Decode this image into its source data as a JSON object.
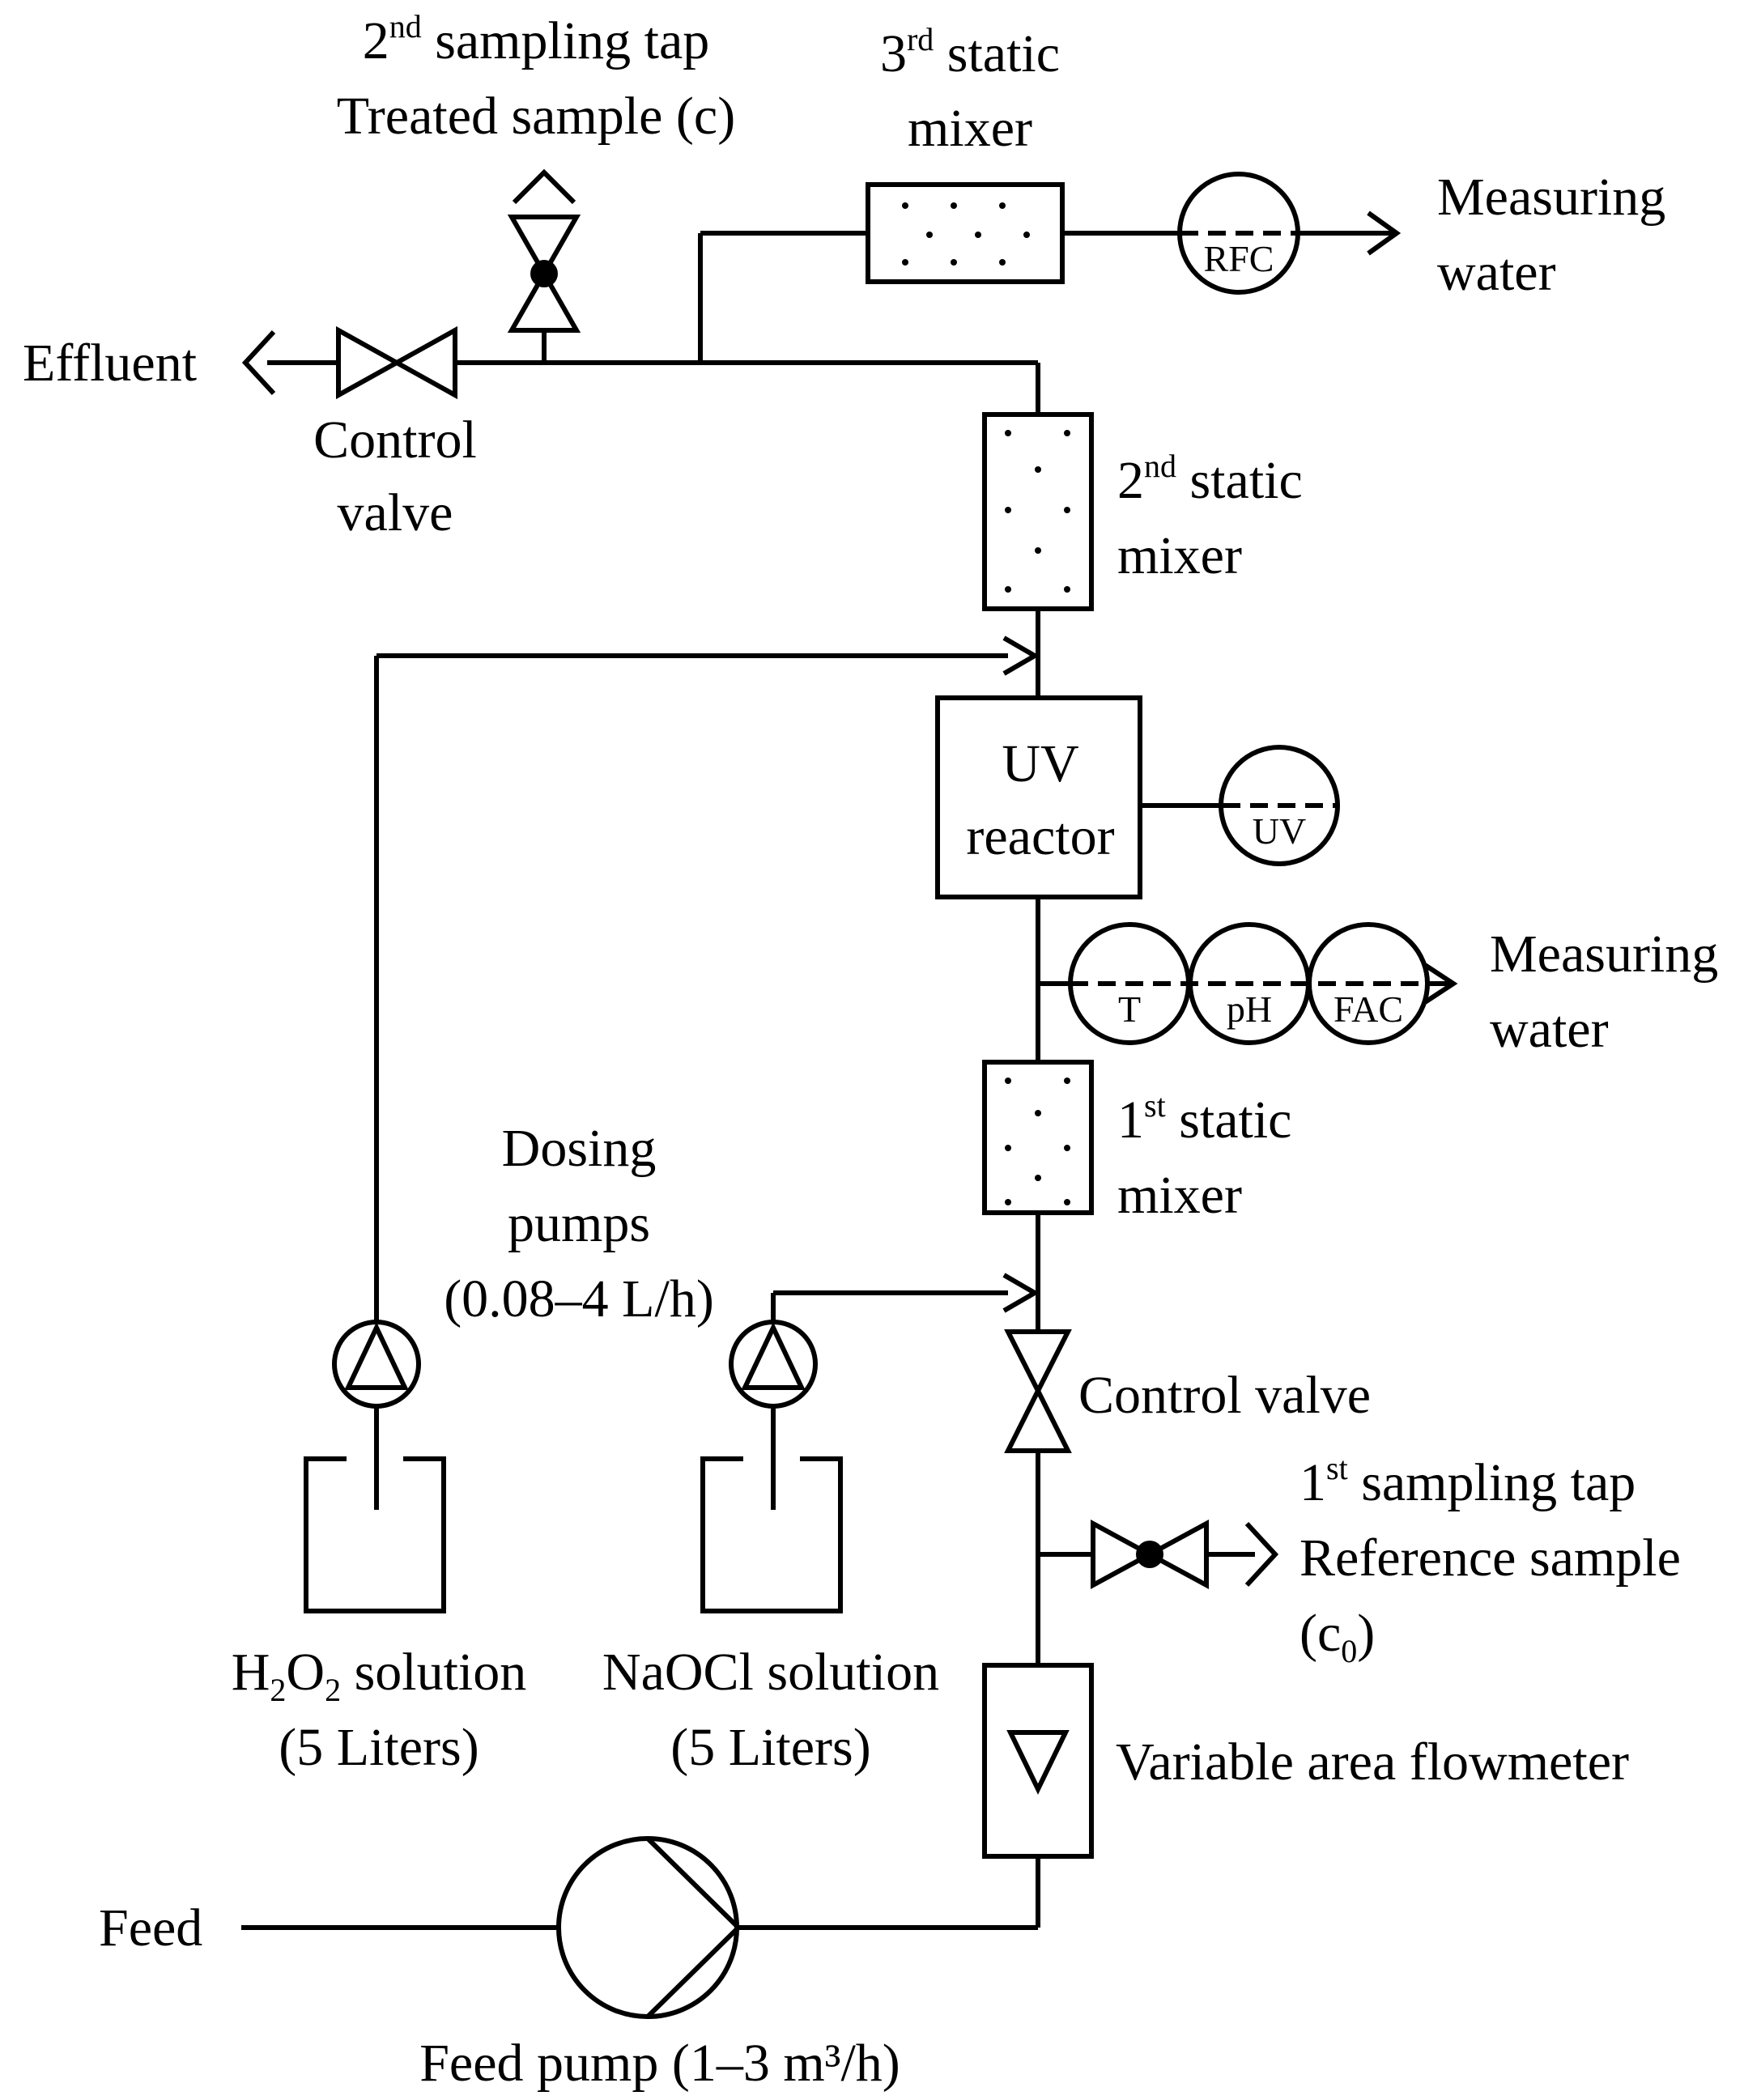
{
  "labels": {
    "sampling_tap_2": "2nd sampling tap",
    "sampling_tap_2_line1_prefix": "2",
    "sampling_tap_2_line1_sup": "nd",
    "sampling_tap_2_line1_rest": " sampling tap",
    "sampling_tap_2_line2": "Treated sample (c)",
    "static_mixer_3_num": "3",
    "static_mixer_3_sup": "rd",
    "static_mixer_3_rest": " static",
    "static_mixer_3_line2": "mixer",
    "measuring_water_top_1": "Measuring",
    "measuring_water_top_2": "water",
    "effluent": "Effluent",
    "control_valve_top_1": "Control",
    "control_valve_top_2": "valve",
    "static_mixer_2_num": "2",
    "static_mixer_2_sup": "nd",
    "static_mixer_2_rest": " static",
    "static_mixer_2_line2": "mixer",
    "uv_reactor_1": "UV",
    "uv_reactor_2": "reactor",
    "uv_sensor": "UV",
    "sensor_t": "T",
    "sensor_ph": "pH",
    "sensor_fac": "FAC",
    "measuring_water_mid_1": "Measuring",
    "measuring_water_mid_2": "water",
    "static_mixer_1_num": "1",
    "static_mixer_1_sup": "st",
    "static_mixer_1_rest": " static",
    "static_mixer_1_line2": "mixer",
    "dosing_pumps_1": "Dosing",
    "dosing_pumps_2": "pumps",
    "dosing_pumps_3": "(0.08–4 L/h)",
    "control_valve_mid": "Control valve",
    "sampling_tap_1_num": "1",
    "sampling_tap_1_sup": "st",
    "sampling_tap_1_rest": " sampling tap",
    "sampling_tap_1_line2": "Reference sample",
    "sampling_tap_1_line3_pre": "(c",
    "sampling_tap_1_line3_sub": "0",
    "sampling_tap_1_line3_post": ")",
    "h2o2_solution_pre": "H",
    "h2o2_solution_sub1": "2",
    "h2o2_solution_mid": "O",
    "h2o2_solution_sub2": "2",
    "h2o2_solution_post": " solution",
    "h2o2_volume": "(5 Liters)",
    "naocl_solution": "NaOCl solution",
    "naocl_volume": "(5 Liters)",
    "flowmeter": "Variable area flowmeter",
    "feed": "Feed",
    "feed_pump": "Feed pump (1–3 m³/h)",
    "rfc_sensor": "RFC"
  }
}
